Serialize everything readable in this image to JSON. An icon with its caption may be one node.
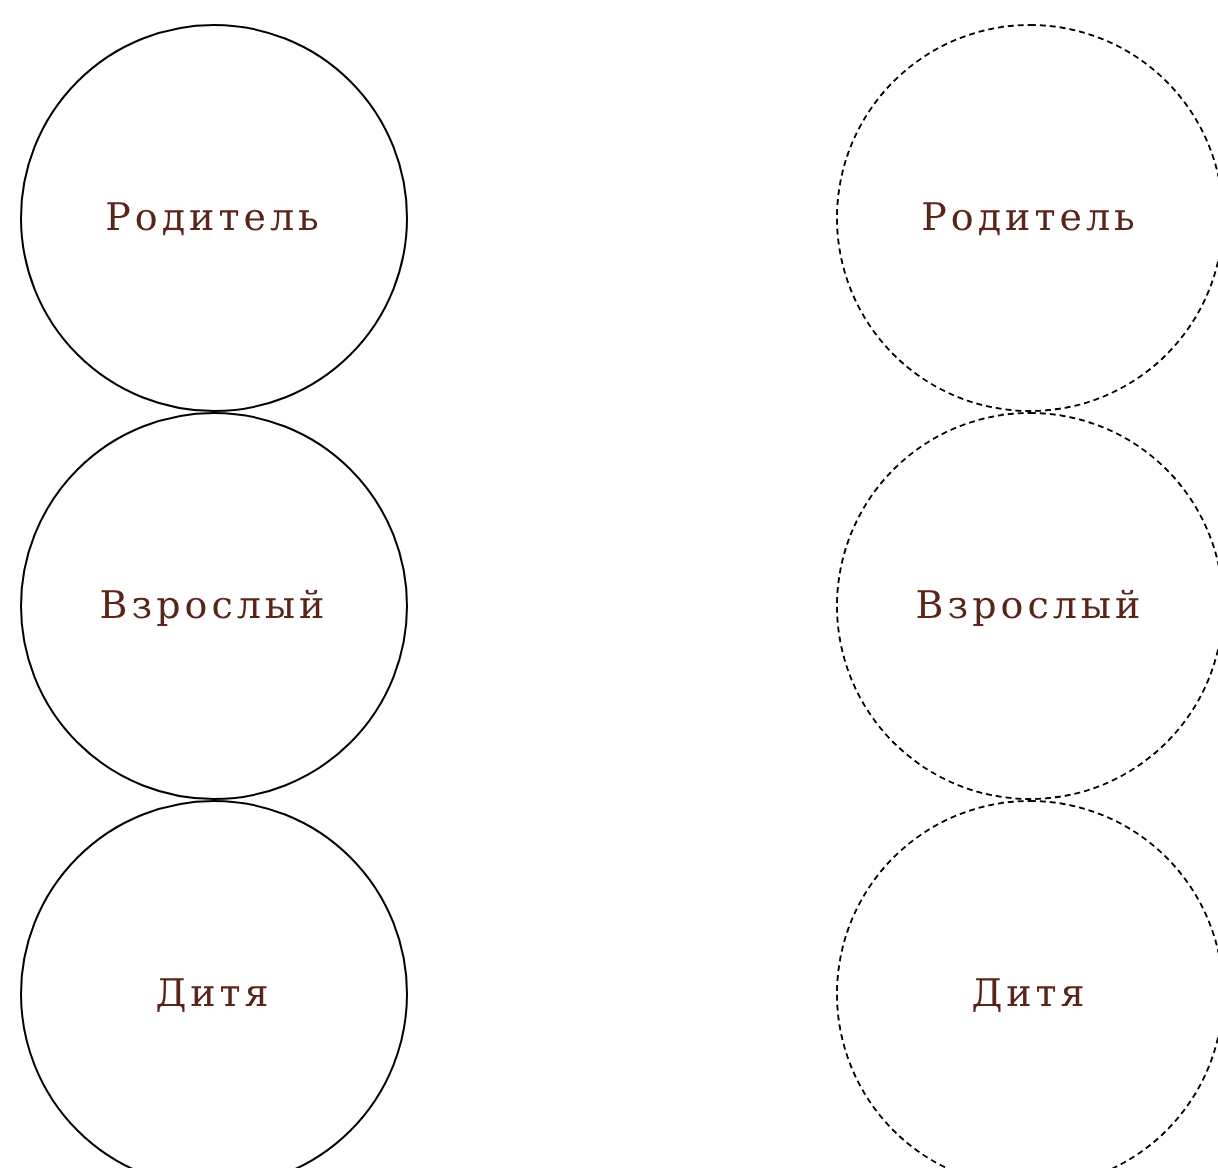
{
  "diagram": {
    "nodes": [
      {
        "text": [
          "Родитель"
        ]
      },
      {
        "text": [
          "Взрослый"
        ]
      },
      {
        "text": [
          "Дитя"
        ]
      },
      {
        "text": [
          "Родитель"
        ]
      },
      {
        "text": [
          "Взрослый"
        ]
      },
      {
        "text": [
          "Дитя"
        ]
      }
    ]
  }
}
